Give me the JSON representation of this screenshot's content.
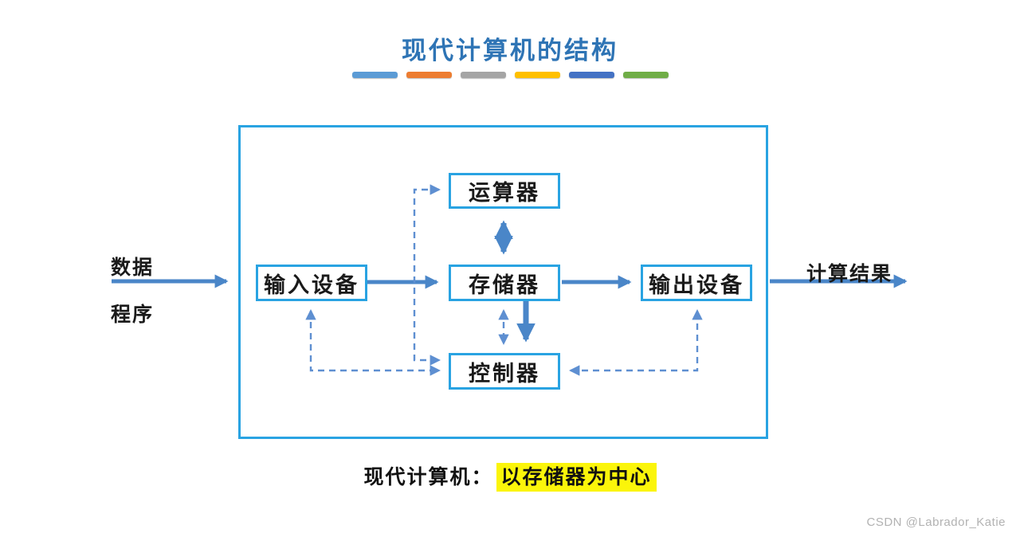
{
  "colors": {
    "title": "#2E74B5",
    "box-border": "#29a3e2",
    "arrow": "#4a86c8",
    "arrow-dashed": "#5e8fd1",
    "highlight": "#fbf50a",
    "watermark": "#b2b2b2"
  },
  "title": {
    "text": "现代计算机的结构"
  },
  "title_bars": [
    "#5B9BD5",
    "#ED7D31",
    "#A5A5A5",
    "#FFC000",
    "#4472C4",
    "#70AD47"
  ],
  "diagram": {
    "nodes": {
      "alu": "运算器",
      "memory": "存储器",
      "input": "输入设备",
      "output": "输出设备",
      "control": "控制器"
    },
    "labels": {
      "data": "数据",
      "program": "程序",
      "result": "计算结果"
    }
  },
  "caption": {
    "prefix": "现代计算机：",
    "highlight": "以存储器为中心"
  },
  "watermark": "CSDN @Labrador_Katie"
}
